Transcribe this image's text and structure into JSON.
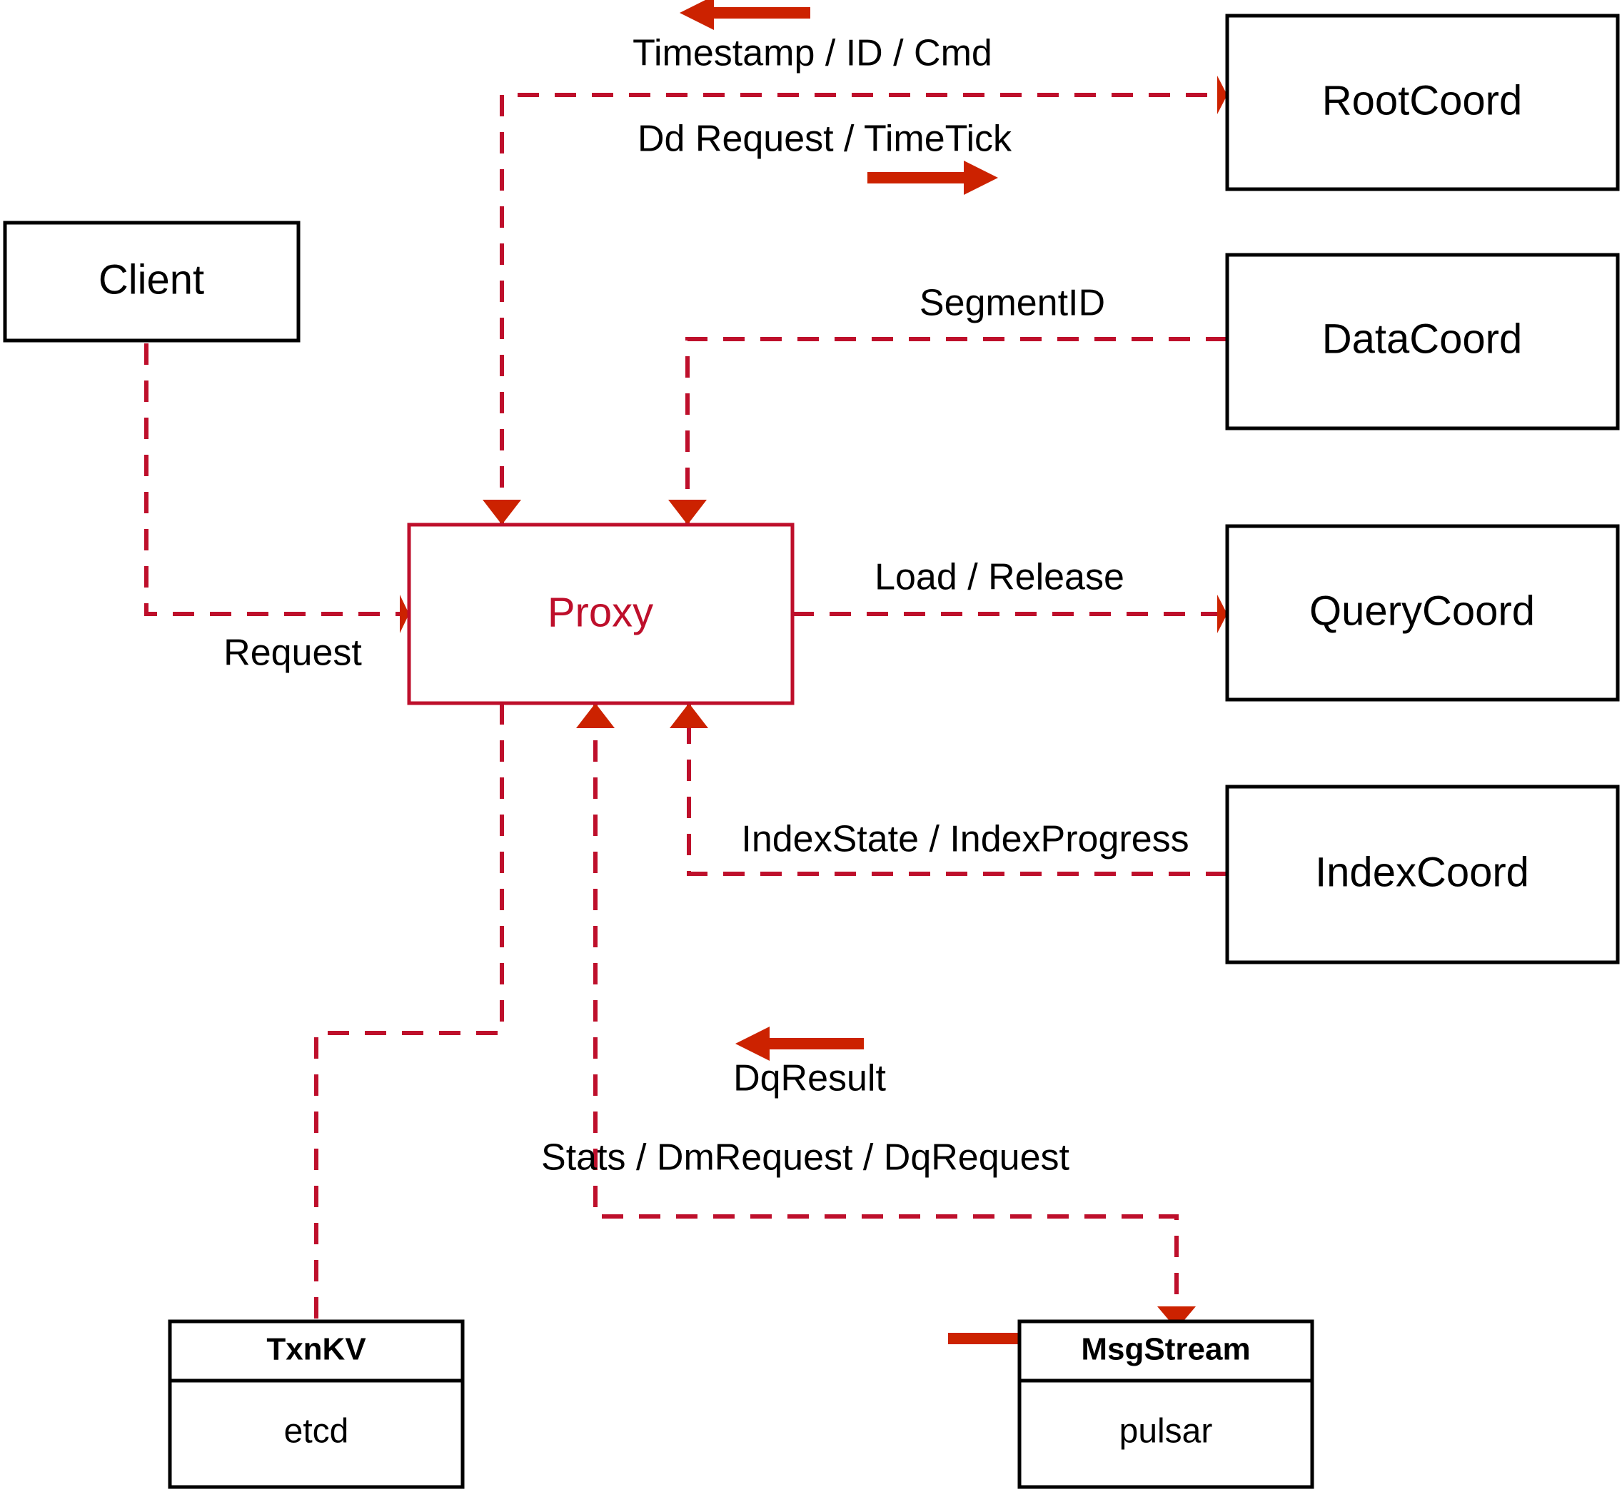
{
  "diagram": {
    "title": "Milvus Proxy interaction diagram",
    "colors": {
      "accent": "#BE0F2B",
      "arrow": "#CC2200",
      "box_stroke": "#000000",
      "background": "#ffffff"
    },
    "nodes": {
      "client": {
        "label": "Client"
      },
      "proxy": {
        "label": "Proxy"
      },
      "root_coord": {
        "label": "RootCoord"
      },
      "data_coord": {
        "label": "DataCoord"
      },
      "query_coord": {
        "label": "QueryCoord"
      },
      "index_coord": {
        "label": "IndexCoord"
      },
      "txnkv": {
        "label": "TxnKV",
        "impl": "etcd"
      },
      "msgstream": {
        "label": "MsgStream",
        "impl": "pulsar"
      }
    },
    "edge_labels": {
      "timestamp_id_cmd": "Timestamp / ID / Cmd",
      "dd_request_timetick": "Dd Request / TimeTick",
      "segment_id": "SegmentID",
      "load_release": "Load / Release",
      "index_state_progress": "IndexState / IndexProgress",
      "request": "Request",
      "dq_result": "DqResult",
      "stats_dm_dq_request": "Stats / DmRequest / DqRequest"
    }
  }
}
